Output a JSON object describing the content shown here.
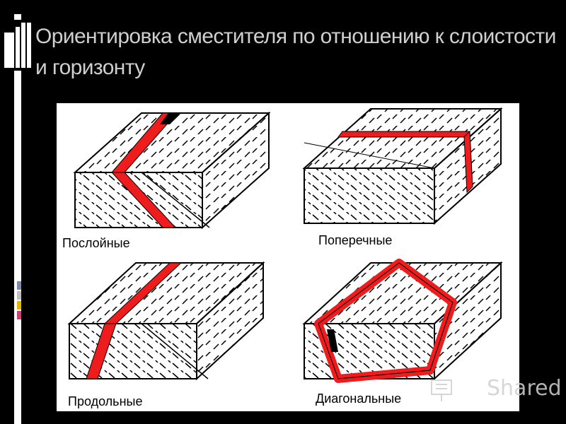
{
  "slide": {
    "title": "Ориентировка сместителя по отношению к слоистости и горизонту"
  },
  "captions": [
    "Послойные",
    "Поперечные",
    "Продольные",
    "Диагональные"
  ],
  "watermark": {
    "text": "Shared"
  },
  "colors": {
    "background": "#000000",
    "title": "#cfcfcf",
    "fault": "#ee1c1c",
    "line": "#000000"
  },
  "icons": [
    "presentation-logo-icon",
    "watermark-logo-icon"
  ]
}
